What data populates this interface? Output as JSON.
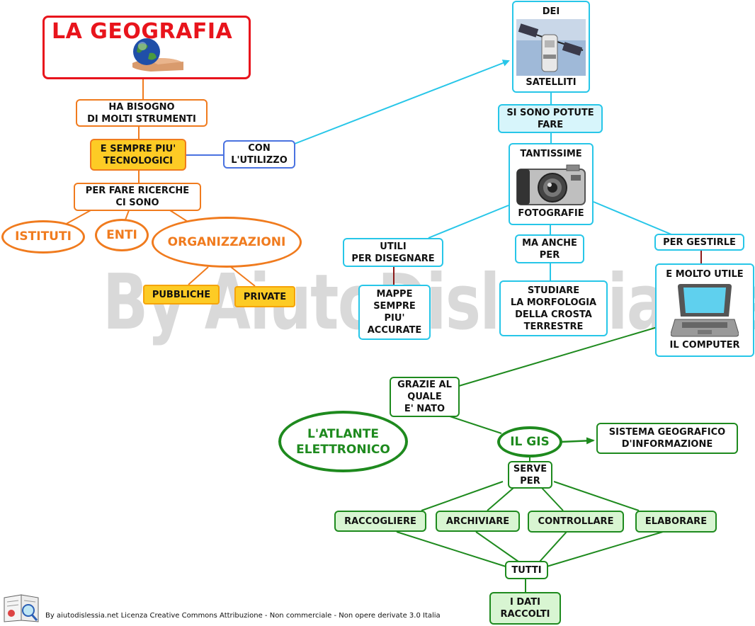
{
  "title": "LA GEOGRAFIA",
  "watermark": "By AiutoDislessia.net",
  "footer": "By aiutodislessia.net Licenza Creative Commons Attribuzione - Non commerciale - Non opere derivate 3.0 Italia",
  "colors": {
    "title_red": "#e8141c",
    "orange": "#f07b1e",
    "yellow": "#fdcb25",
    "blue": "#4a72e0",
    "cyan": "#27c6e8",
    "green": "#1e8a1e",
    "light_green": "#d8f5d2",
    "dark_red": "#8b1a1a"
  },
  "icons": [
    "globe-in-hand-icon",
    "satellite-icon",
    "camera-icon",
    "laptop-icon",
    "book-magnifier-icon"
  ],
  "nodes": {
    "ha_bisogno": "HA BISOGNO\nDI MOLTI STRUMENTI",
    "sempre_piu": "E SEMPRE PIU'\nTECNOLOGICI",
    "con_utilizzo": "CON\nL'UTILIZZO",
    "per_fare": "PER  FARE RICERCHE\nCI SONO",
    "istituti": "ISTITUTI",
    "enti": "ENTI",
    "organizzazioni": "ORGANIZZAZIONI",
    "pubbliche": "PUBBLICHE",
    "private": "PRIVATE",
    "dei": "DEI",
    "satelliti": "SATELLITI",
    "si_sono": "SI SONO POTUTE\nFARE",
    "tantissime": "TANTISSIME",
    "fotografie": "FOTOGRAFIE",
    "utili": "UTILI\nPER DISEGNARE",
    "ma_anche": "MA ANCHE\nPER",
    "per_gestirle": "PER GESTIRLE",
    "mappe": "MAPPE\nSEMPRE\nPIU'\nACCURATE",
    "studiare": "STUDIARE\nLA MORFOLOGIA\nDELLA CROSTA\nTERRESTRE",
    "e_molto_utile": "E MOLTO UTILE",
    "il_computer": "IL COMPUTER",
    "grazie": "GRAZIE AL\nQUALE\nE' NATO",
    "atlante": "L'ATLANTE\nELETTRONICO",
    "il_gis": "IL GIS",
    "sistema": "SISTEMA GEOGRAFICO\nD'INFORMAZIONE",
    "serve_per": "SERVE\nPER",
    "raccogliere": "RACCOGLIERE",
    "archiviare": "ARCHIVIARE",
    "controllare": "CONTROLLARE",
    "elaborare": "ELABORARE",
    "tutti": "TUTTI",
    "i_dati": "I DATI\nRACCOLTI"
  }
}
